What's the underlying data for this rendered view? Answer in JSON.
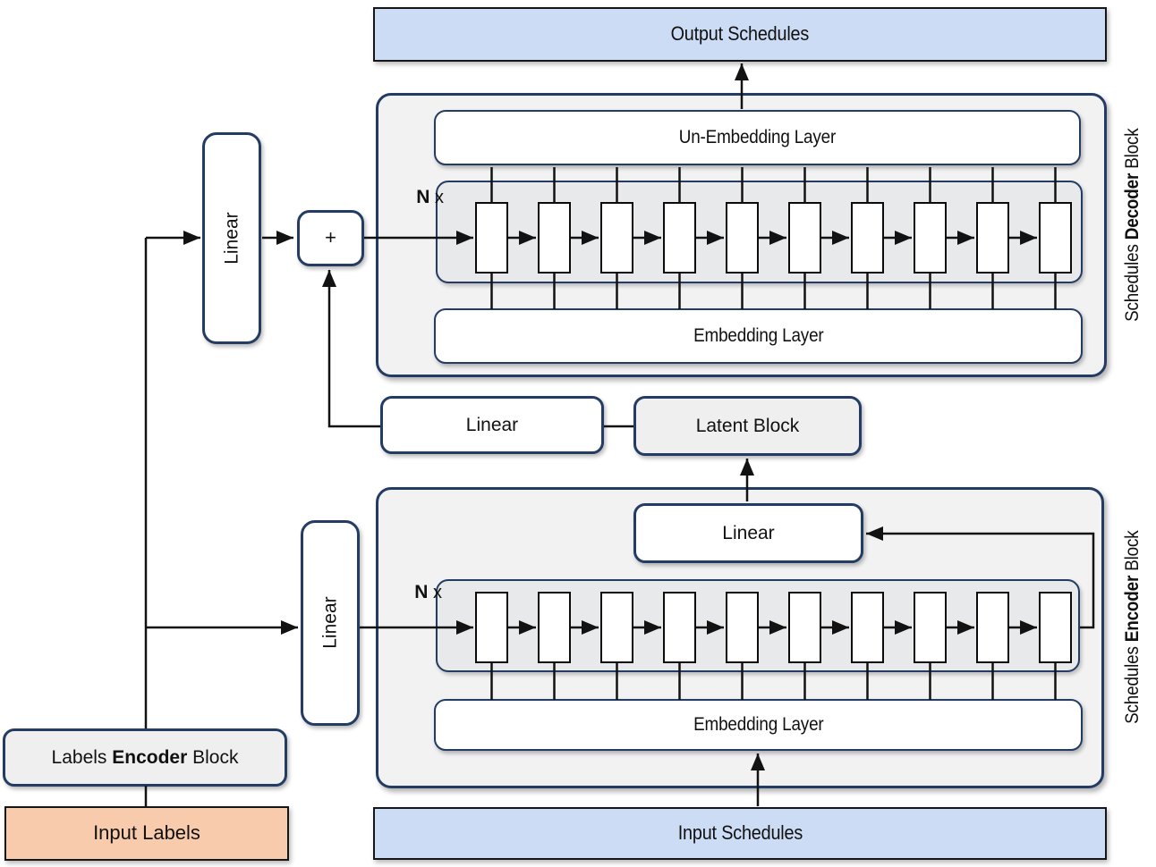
{
  "colors": {
    "navy": "#243c63",
    "blue": "#ccdcf4",
    "orange": "#f8cbad",
    "outerGray": "#f2f2f3",
    "innerGray": "#e8e9ea",
    "latentGray": "#efefef",
    "line": "#121212",
    "cellBorder": "#0b0b0b",
    "boxBorder": "#161616"
  },
  "structure": {
    "decoder_cells": 10,
    "encoder_cells": 10
  },
  "labels": {
    "output_schedules": "Output Schedules",
    "input_schedules": "Input Schedules",
    "input_labels": "Input Labels",
    "labels_encoder_block": {
      "pre": "Labels ",
      "bold": "Encoder",
      "post": " Block"
    },
    "decoder_side": {
      "pre": "Schedules ",
      "bold": "Decoder",
      "post": " Block"
    },
    "encoder_side": {
      "pre": "Schedules ",
      "bold": "Encoder",
      "post": " Block"
    },
    "un_embedding_layer": "Un-Embedding Layer",
    "decoder_embedding_layer": "Embedding Layer",
    "encoder_embedding_layer": "Embedding Layer",
    "decoder_repeat": {
      "bold": "N",
      "rest": " x"
    },
    "encoder_repeat": {
      "bold": "N",
      "rest": " x"
    },
    "plus_node": "+",
    "linear_decoder_input": "Linear",
    "linear_latent_skip": "Linear",
    "latent_block": "Latent Block",
    "linear_encoder_output": "Linear",
    "linear_encoder_input": "Linear"
  }
}
